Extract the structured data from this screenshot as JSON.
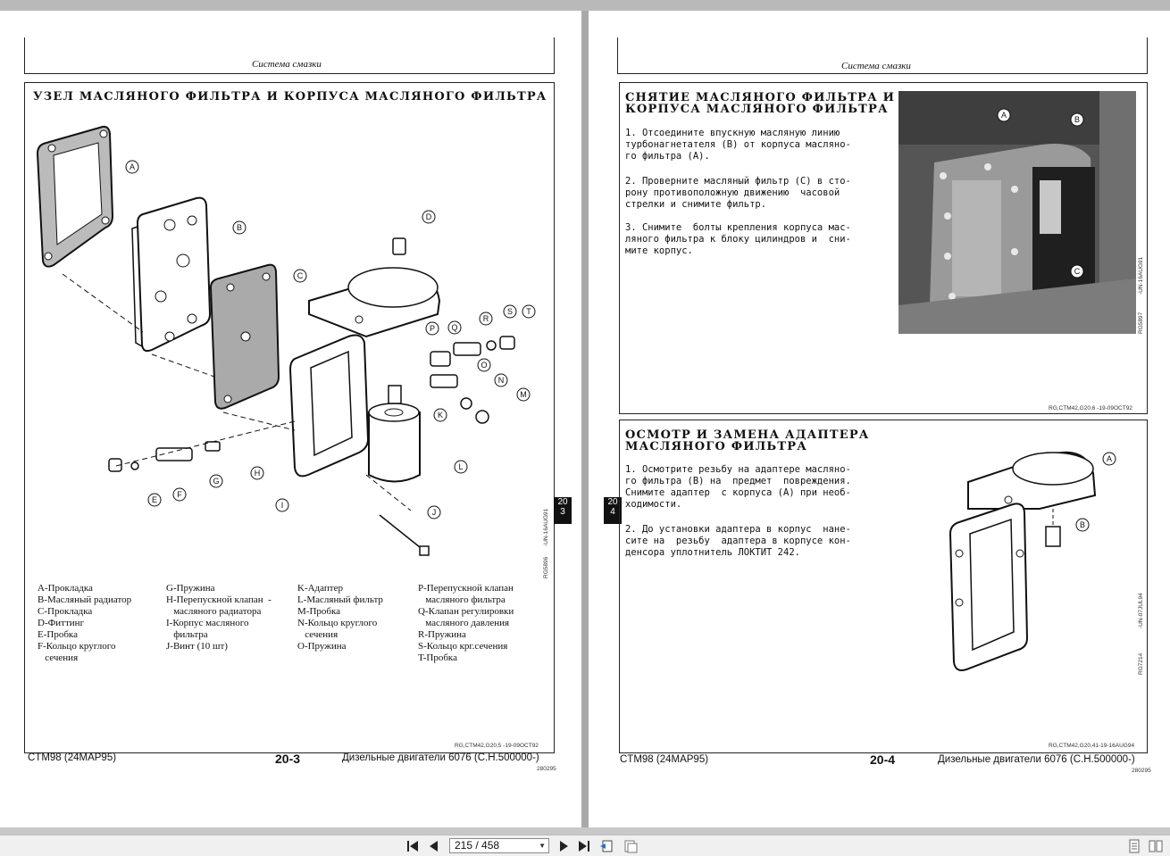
{
  "left_page": {
    "header": "Система смазки",
    "title": "УЗЕЛ МАСЛЯНОГО ФИЛЬТРА И КОРПУСА МАСЛЯНОГО ФИЛЬТРА",
    "legend": [
      [
        "A-Прокладка",
        "B-Масляный радиатор",
        "C-Прокладка",
        "D-Фиттинг",
        "E-Пробка",
        "F-Кольцо круглого",
        "   сечения"
      ],
      [
        "G-Пружина",
        "H-Перепускной клапан  -",
        "   масляного радиатора",
        "I-Корпус масляного",
        "   фильтра",
        "J-Винт (10 шт)"
      ],
      [
        "K-Адаптер",
        "L-Масляный фильтр",
        "M-Пробка",
        "N-Кольцо круглого",
        "   сечения",
        "O-Пружина"
      ],
      [
        "P-Перепускной клапан",
        "   масляного фильтра",
        "Q-Клапан регулировки",
        "   масляного давления",
        "R-Пружина",
        "S-Кольцо крг.сечения",
        "T-Пробка"
      ]
    ],
    "fig_ref_vertical_1": "-UN-16AUG91",
    "fig_ref_vertical_2": "RG5896",
    "footer_ref": "RG,CTM42,G20,5 -19-09OCT92",
    "tab": [
      "20",
      "3"
    ],
    "footer_left": "CTM98  (24MAP95)",
    "page_number": "20-3",
    "footer_right": "Дизельные  двигатели  6076  (С.Н.500000-)",
    "footer_code": "280295",
    "callouts": [
      "A",
      "B",
      "C",
      "D",
      "E",
      "F",
      "G",
      "H",
      "I",
      "J",
      "K",
      "L",
      "M",
      "N",
      "O",
      "P",
      "Q",
      "R",
      "S",
      "T"
    ]
  },
  "right_page": {
    "header": "Система смазки",
    "section1": {
      "title_line1": "СНЯТИЕ МАСЛЯНОГО ФИЛЬТРА И",
      "title_line2": "КОРПУСА МАСЛЯНОГО ФИЛЬТРА",
      "steps": [
        "1. Отсоедините впускную масляную линию\nтурбонагнетателя (B) от корпуса масляно-\nго фильтра (A).",
        "2. Проверните масляный фильтр (C) в сто-\nрону противоположную движению  часовой\nстрелки и снимите фильтр.",
        "3. Снимите  болты крепления корпуса мас-\nляного фильтра к блоку цилиндров и  сни-\nмите корпус."
      ],
      "photo_ref_1": "-UN-16AUG91",
      "photo_ref_2": "RG5897",
      "ref": "RG,CTM42,G20,6 -19-09OCT92"
    },
    "section2": {
      "title_line1": "ОСМОТР И ЗАМЕНА АДАПТЕРА",
      "title_line2": "МАСЛЯНОГО ФИЛЬТРА",
      "steps": [
        "1. Осмотрите резьбу на адаптере масляно-\nго фильтра (B) на  предмет  повреждения.\nСнимите адаптер  с корпуса (A) при необ-\nходимости.",
        "2. До установки адаптера в корпус  нане-\nсите на  резьбу  адаптера в корпусе кон-\nденсора уплотнитель ЛОКТИТ 242."
      ],
      "fig_ref_1": "-UN-07JUL94",
      "fig_ref_2": "RG7214",
      "ref": "RG,CTM42,G20,41-19-16AUG94"
    },
    "tab": [
      "20",
      "4"
    ],
    "footer_left": "CTM98  (24MAP95)",
    "page_number": "20-4",
    "footer_right": "Дизельные  двигатели  6076  (С.Н.500000-)",
    "footer_code": "280295"
  },
  "toolbar": {
    "page_indicator": "215 / 458",
    "icons": [
      "first-page-icon",
      "prev-page-icon",
      "next-page-icon",
      "last-page-icon",
      "single-page-view-icon",
      "two-page-view-icon",
      "continuous-scroll-icon",
      "facing-pages-icon"
    ]
  }
}
